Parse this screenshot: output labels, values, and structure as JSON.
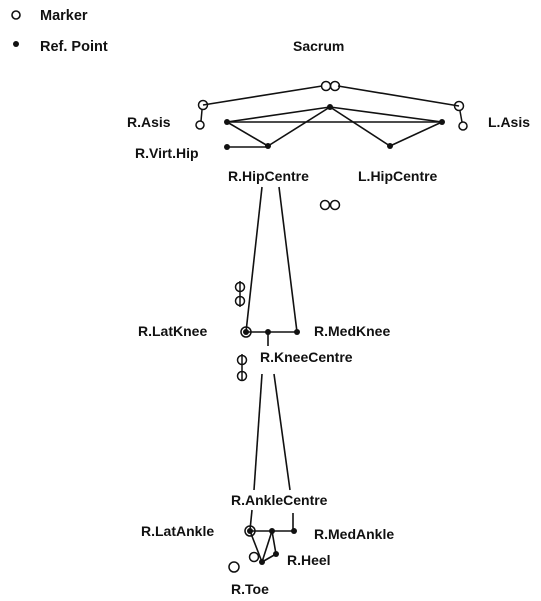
{
  "legend": {
    "marker_label": "Marker",
    "refpoint_label": "Ref. Point"
  },
  "labels": {
    "sacrum": "Sacrum",
    "r_asis": "R.Asis",
    "l_asis": "L.Asis",
    "r_virt_hip": "R.Virt.Hip",
    "r_hip_centre": "R.HipCentre",
    "l_hip_centre": "L.HipCentre",
    "r_lat_knee": "R.LatKnee",
    "r_med_knee": "R.MedKnee",
    "r_knee_centre": "R.KneeCentre",
    "r_ankle_centre": "R.AnkleCentre",
    "r_lat_ankle": "R.LatAnkle",
    "r_med_ankle": "R.MedAnkle",
    "r_heel": "R.Heel",
    "r_toe": "R.Toe"
  },
  "colors": {
    "ink": "#111111",
    "background": "#ffffff"
  }
}
